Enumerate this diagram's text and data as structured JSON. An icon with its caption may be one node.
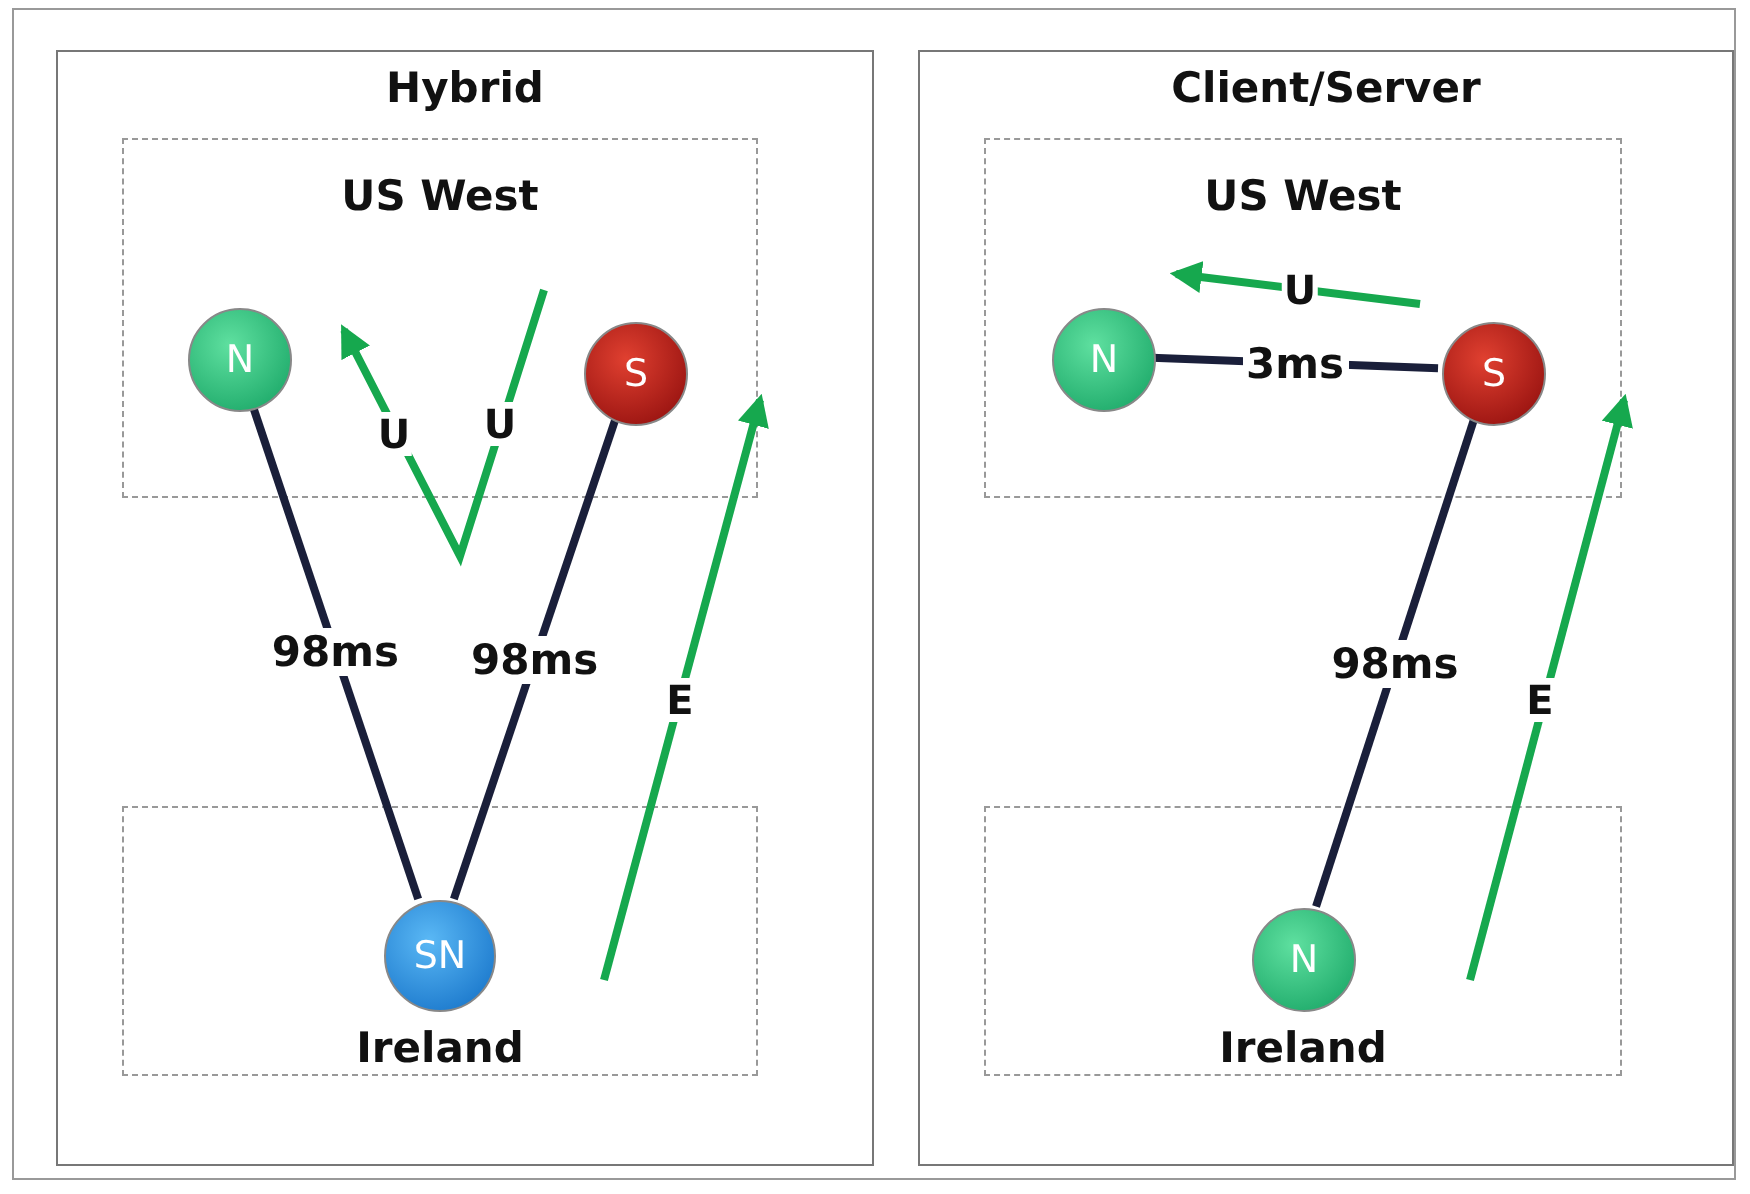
{
  "diagram": {
    "nodes": [
      {
        "text": [
          "Hybrid"
        ]
      },
      {
        "text": [
          "US West"
        ],
        "in": 0
      },
      {
        "text": [
          "N"
        ],
        "in": 1
      },
      {
        "text": [
          "S"
        ],
        "in": 1
      },
      {
        "text": [
          "Ireland"
        ],
        "in": 0
      },
      {
        "text": [
          "SN"
        ],
        "in": 4
      },
      {
        "text": [
          "Client/Server"
        ]
      },
      {
        "text": [
          "US West"
        ],
        "in": 6
      },
      {
        "text": [
          "N"
        ],
        "in": 7
      },
      {
        "text": [
          "S"
        ],
        "in": 7
      },
      {
        "text": [
          "Ireland"
        ],
        "in": 6
      },
      {
        "text": [
          "N"
        ],
        "in": 10
      }
    ],
    "edges": [
      {
        "from": 2,
        "to": 5,
        "arrow": "none",
        "label": "98ms"
      },
      {
        "from": 3,
        "to": 5,
        "arrow": "none",
        "label": "98ms"
      },
      {
        "from": 8,
        "to": 9,
        "arrow": "none",
        "label": "3ms"
      },
      {
        "from": 9,
        "to": 11,
        "arrow": "none",
        "label": "98ms"
      }
    ],
    "labels": [
      "U",
      "U",
      "E",
      "U",
      "E"
    ]
  }
}
